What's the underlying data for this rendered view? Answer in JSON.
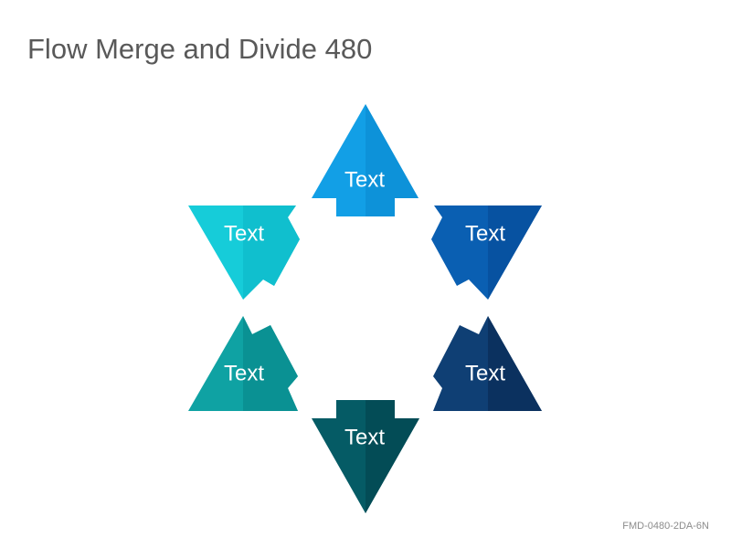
{
  "title": "Flow Merge and Divide 480",
  "footer_code": "FMD-0480-2DA-6N",
  "shapes": [
    {
      "id": "top",
      "label": "Text",
      "color": "#129fe6",
      "shade": "#0d8fd6"
    },
    {
      "id": "upper-left",
      "label": "Text",
      "color": "#16ccd9",
      "shade": "#0fbccb"
    },
    {
      "id": "upper-right",
      "label": "Text",
      "color": "#0a5fb2",
      "shade": "#07509d"
    },
    {
      "id": "lower-left",
      "label": "Text",
      "color": "#0fa2a3",
      "shade": "#098e90"
    },
    {
      "id": "lower-right",
      "label": "Text",
      "color": "#0f3f74",
      "shade": "#0a2f5c"
    },
    {
      "id": "bottom",
      "label": "Text",
      "color": "#055b65",
      "shade": "#034a53"
    }
  ]
}
